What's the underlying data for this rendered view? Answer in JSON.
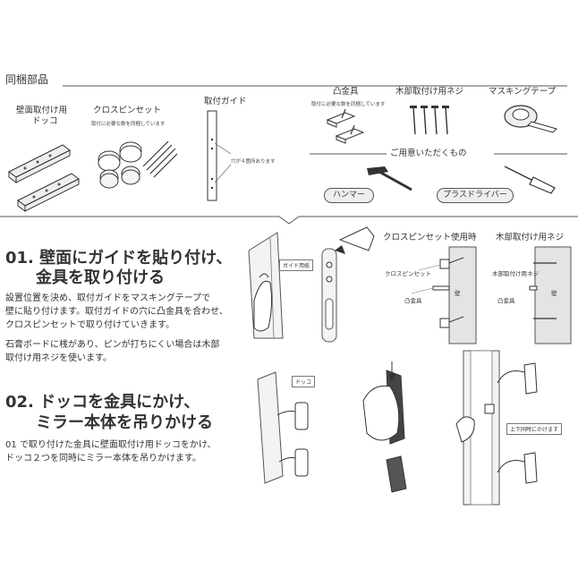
{
  "parts_section": {
    "title": "同梱部品",
    "dokko_label_line1": "壁面取付け用",
    "dokko_label_line2": "ドッコ",
    "crosspin_label": "クロスピンセット",
    "crosspin_note": "取付に必要な数を同梱しています",
    "guide_label": "取付ガイド",
    "guide_note": "穴が４箇所あります",
    "bracket_label": "凸金具",
    "bracket_note": "取付に必要な数を同梱しています",
    "screw_label": "木部取付け用ネジ",
    "tape_label": "マスキングテープ",
    "prep_title": "ご用意いただくもの",
    "hammer_label": "ハンマー",
    "driver_label": "プラスドライバー"
  },
  "step1": {
    "heading_line1": "01. 壁面にガイドを貼り付け、",
    "heading_line2": "金具を取り付ける",
    "body_line1": "設置位置を決め、取付ガイドをマスキングテープで",
    "body_line2": "壁に貼り付けます。取付ガイドの穴に凸金具を合わせ、",
    "body_line3": "クロスピンセットで取り付けていきます。",
    "body_line4": "石膏ボードに桟があり、ピンが打ちにくい場合は木部",
    "body_line5": "取付け用ネジを使います。",
    "guide_wall_label": "ガイド用紙",
    "crosspin_use_title": "クロスピンセット使用時",
    "wood_use_title": "木部取付け用ネジ",
    "callout_crosspin": "クロスピンセット",
    "callout_bracket1": "凸金具",
    "callout_wall1": "壁",
    "callout_woodscrew": "木部取付け用ネジ",
    "callout_bracket2": "凸金具",
    "callout_wall2": "壁"
  },
  "step2": {
    "heading_line1": "02. ドッコを金具にかけ、",
    "heading_line2": "ミラー本体を吊りかける",
    "body_line1": "01 で取り付けた金具に壁面取付け用ドッコをかけ、",
    "body_line2": "ドッコ２つを同時にミラー本体を吊りかけます。",
    "dokko_callout": "ドッコ",
    "simultaneous_callout": "上下同時にかけます"
  }
}
